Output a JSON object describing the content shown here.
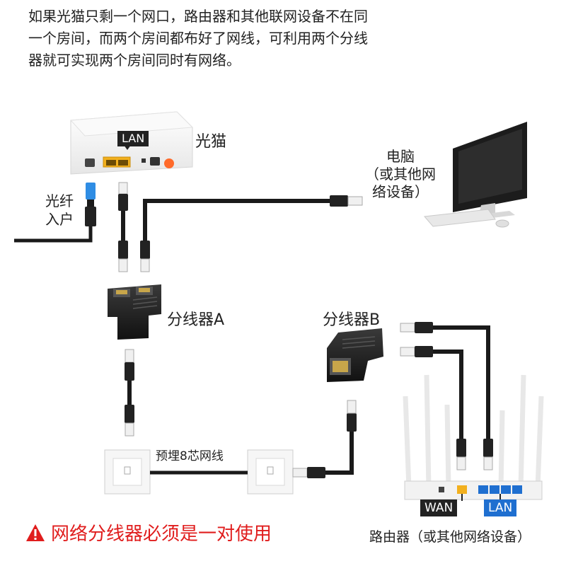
{
  "intro": {
    "line1": "如果光猫只剩一个网口，路由器和其他联网设备不在同",
    "line2": "一个房间，而两个房间都布好了网线，可利用两个分线",
    "line3": "器就可实现两个房间同时有网络。"
  },
  "devices": {
    "modem_label": "光猫",
    "modem_port_tag": "LAN",
    "fiber_line1": "光纤",
    "fiber_line2": "入户",
    "computer_line1": "电脑",
    "computer_line2": "（或其他网",
    "computer_line3": "络设备）",
    "splitter_a": "分线器A",
    "splitter_b": "分线器B",
    "wall_cable": "预埋8芯网线",
    "router_wan": "WAN",
    "router_lan": "LAN",
    "router_label": "路由器（或其他网络设备）"
  },
  "warning": {
    "text": "网络分线器必须是一对使用",
    "icon": "warning-triangle-icon"
  },
  "colors": {
    "warning_red": "#e01d1d",
    "lan_blue": "#1f6fd0",
    "modem_port_yellow": "#f2b01e",
    "cable": "#1a1a1a"
  }
}
